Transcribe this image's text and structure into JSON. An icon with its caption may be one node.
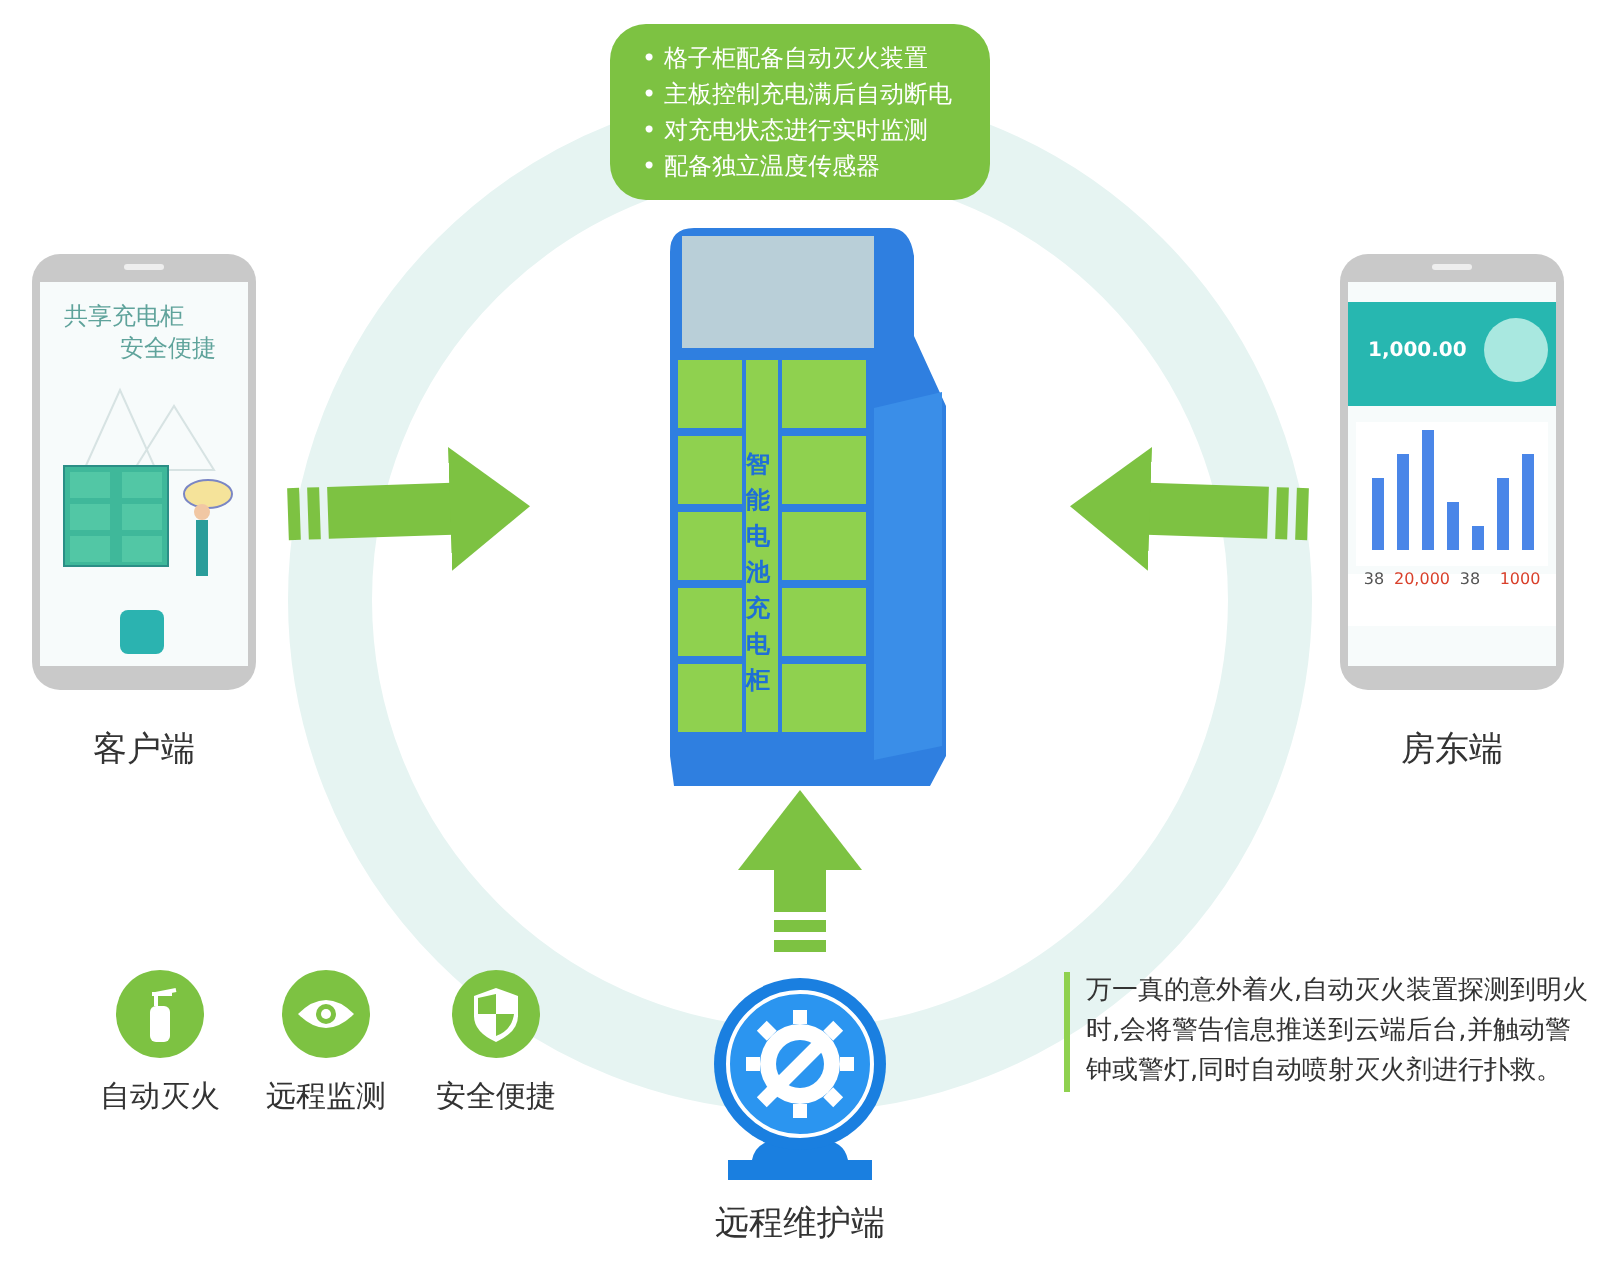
{
  "diagram": {
    "nodes": [
      {
        "text": [
          "• 格子柜配备自动灭火装置",
          "• 主板控制充电满后自动断电",
          "• 对充电状态进行实时监测",
          "• 配备独立温度传感器"
        ]
      },
      {
        "text": [],
        "shape": "picture",
        "beside": [
          "客户端"
        ]
      },
      {
        "text": [
          "智能电池充电柜"
        ]
      },
      {
        "text": [],
        "shape": "picture",
        "beside": [
          "房东端"
        ]
      },
      {
        "text": [
          "自动灭火"
        ]
      },
      {
        "text": [
          "远程监测"
        ]
      },
      {
        "text": [
          "安全便捷"
        ]
      },
      {
        "text": [],
        "shape": "picture",
        "beside": [
          "远程维护端"
        ]
      }
    ],
    "edges": [
      {
        "from": 1,
        "to": 2,
        "arrow": "to"
      },
      {
        "from": 3,
        "to": 2,
        "arrow": "to"
      },
      {
        "from": 7,
        "to": 2,
        "arrow": "to"
      }
    ],
    "labels": [
      "共享充电柜",
      "安全便捷",
      "1,000.00",
      "38",
      "20,000",
      "38",
      "1000",
      "万一真的意外着火,自动灭火装置探测到明火时,会将警告信息推送到云端后台,并触动警钟或警灯,同时自动喷射灭火剂进行扑救。"
    ]
  }
}
